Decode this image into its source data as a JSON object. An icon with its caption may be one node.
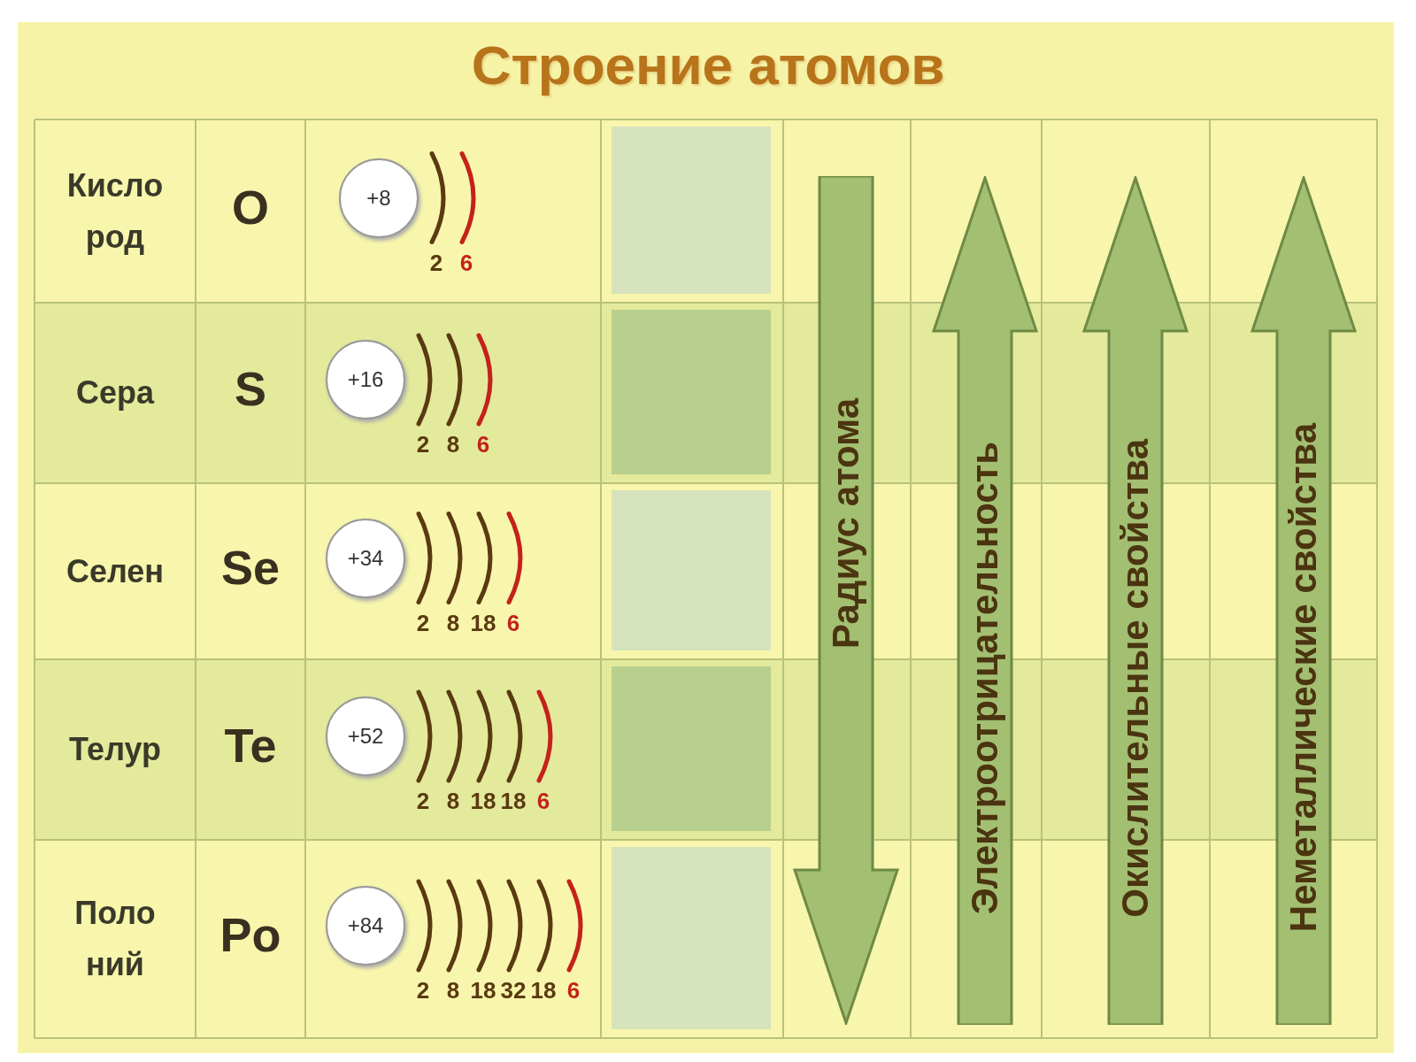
{
  "diagram": {
    "title": "Строение атомов",
    "nodes": [
      {
        "text": [
          "+8"
        ]
      },
      {
        "text": [
          "+16"
        ]
      },
      {
        "text": [
          "+34"
        ]
      },
      {
        "text": [
          "+52"
        ]
      },
      {
        "text": [
          "+84"
        ]
      },
      {
        "text": [
          "Радиус атома"
        ]
      },
      {
        "text": [
          "Электроотрицательность"
        ]
      },
      {
        "text": [
          "Окислительные свойства"
        ]
      },
      {
        "text": [
          "Неметаллические свойства"
        ]
      }
    ],
    "labels": [
      "Кисло род",
      "O",
      "2",
      "6",
      "Сера",
      "S",
      "2",
      "8",
      "6",
      "Селен",
      "Se",
      "2",
      "8",
      "18",
      "6",
      "Телур",
      "Te",
      "2",
      "8",
      "18",
      "18",
      "6",
      "Поло ний",
      "Po",
      "2",
      "8",
      "18",
      "32",
      "18",
      "6"
    ]
  }
}
